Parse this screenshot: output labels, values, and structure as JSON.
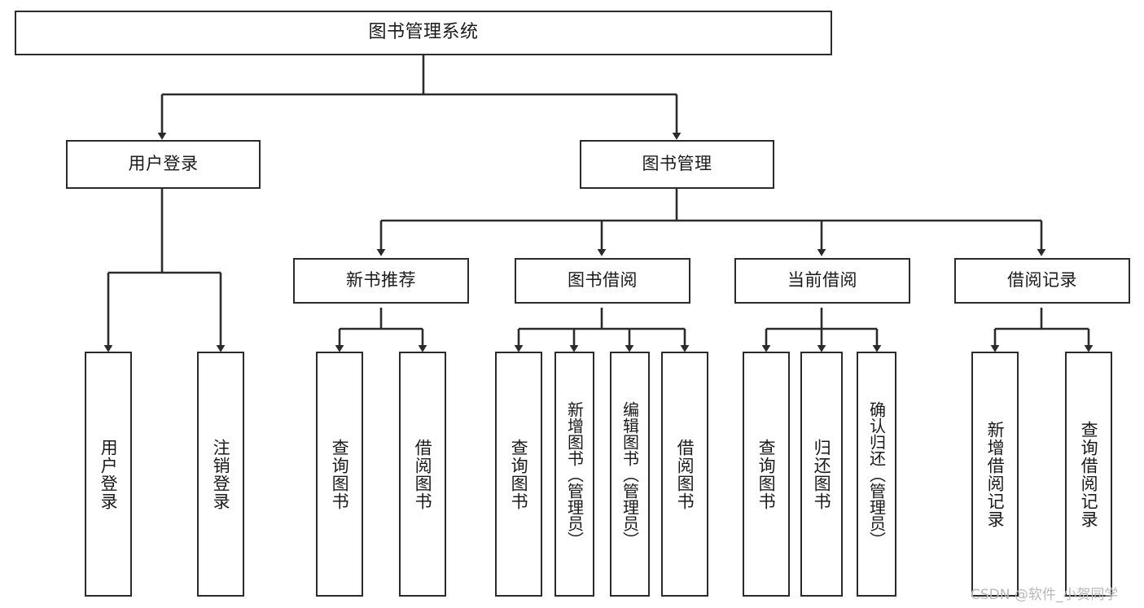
{
  "diagram": {
    "type": "tree",
    "title": "图书管理系统",
    "orientation": "top-down",
    "edge_color": "#2b2b2b",
    "node_border_color": "#2b2b2b",
    "node_fill_color": "#ffffff",
    "levels": [
      {
        "level": 1,
        "nodes": [
          {
            "id": "root",
            "label": "图书管理系统",
            "text_direction": "horizontal"
          }
        ]
      },
      {
        "level": 2,
        "nodes": [
          {
            "id": "user_login",
            "label": "用户登录",
            "text_direction": "horizontal"
          },
          {
            "id": "book_mgmt",
            "label": "图书管理",
            "text_direction": "horizontal"
          }
        ]
      },
      {
        "level": 3,
        "nodes": [
          {
            "id": "new_book_rec",
            "label": "新书推荐",
            "text_direction": "horizontal"
          },
          {
            "id": "book_borrow",
            "label": "图书借阅",
            "text_direction": "horizontal"
          },
          {
            "id": "current_borrow",
            "label": "当前借阅",
            "text_direction": "horizontal"
          },
          {
            "id": "borrow_record",
            "label": "借阅记录",
            "text_direction": "horizontal"
          }
        ]
      },
      {
        "level": 4,
        "nodes": [
          {
            "id": "leaf_user_login",
            "label": "用户登录",
            "text_direction": "vertical",
            "parent": "user_login"
          },
          {
            "id": "leaf_logout",
            "label": "注销登录",
            "text_direction": "vertical",
            "parent": "user_login"
          },
          {
            "id": "leaf_query_book_1",
            "label": "查询图书",
            "text_direction": "vertical",
            "parent": "new_book_rec"
          },
          {
            "id": "leaf_borrow_book_1",
            "label": "借阅图书",
            "text_direction": "vertical",
            "parent": "new_book_rec"
          },
          {
            "id": "leaf_query_book_2",
            "label": "查询图书",
            "text_direction": "vertical",
            "parent": "book_borrow"
          },
          {
            "id": "leaf_add_book",
            "label": "新增图书（管理员）",
            "text_direction": "vertical",
            "parent": "book_borrow"
          },
          {
            "id": "leaf_edit_book",
            "label": "编辑图书（管理员）",
            "text_direction": "vertical",
            "parent": "book_borrow"
          },
          {
            "id": "leaf_borrow_book_2",
            "label": "借阅图书",
            "text_direction": "vertical",
            "parent": "book_borrow"
          },
          {
            "id": "leaf_query_book_3",
            "label": "查询图书",
            "text_direction": "vertical",
            "parent": "current_borrow"
          },
          {
            "id": "leaf_return_book",
            "label": "归还图书",
            "text_direction": "vertical",
            "parent": "current_borrow"
          },
          {
            "id": "leaf_confirm_return",
            "label": "确认归还（管理员）",
            "text_direction": "vertical",
            "parent": "current_borrow"
          },
          {
            "id": "leaf_add_record",
            "label": "新增借阅记录",
            "text_direction": "vertical",
            "parent": "borrow_record"
          },
          {
            "id": "leaf_query_record",
            "label": "查询借阅记录",
            "text_direction": "vertical",
            "parent": "borrow_record"
          }
        ]
      }
    ]
  },
  "watermark": {
    "text": "CSDN @软件_小贺同学",
    "color": "#b8b8b8"
  }
}
